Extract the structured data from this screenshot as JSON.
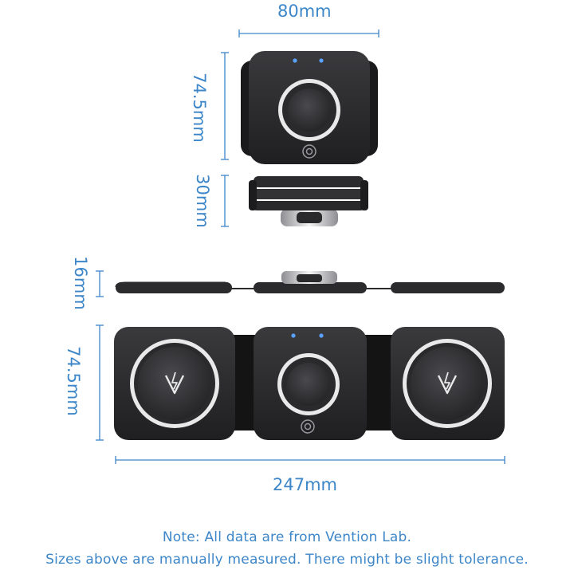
{
  "dimensions": {
    "top_width": "80mm",
    "top_height": "74.5mm",
    "folded_thickness": "30mm",
    "flat_thickness": "16mm",
    "unfolded_height": "74.5mm",
    "unfolded_width": "247mm"
  },
  "notes": {
    "line1": "Note: All data are from Vention Lab.",
    "line2": "Sizes above are manually measured. There might be slight tolerance."
  },
  "colors": {
    "dimension_blue": "#3d86c8",
    "body": "#2b2b2d",
    "ring": "#e9e9ea",
    "led": "#5aa2ff"
  },
  "icons": [
    "vention-logo-icon",
    "gear-button-icon",
    "led-indicator-icon"
  ]
}
